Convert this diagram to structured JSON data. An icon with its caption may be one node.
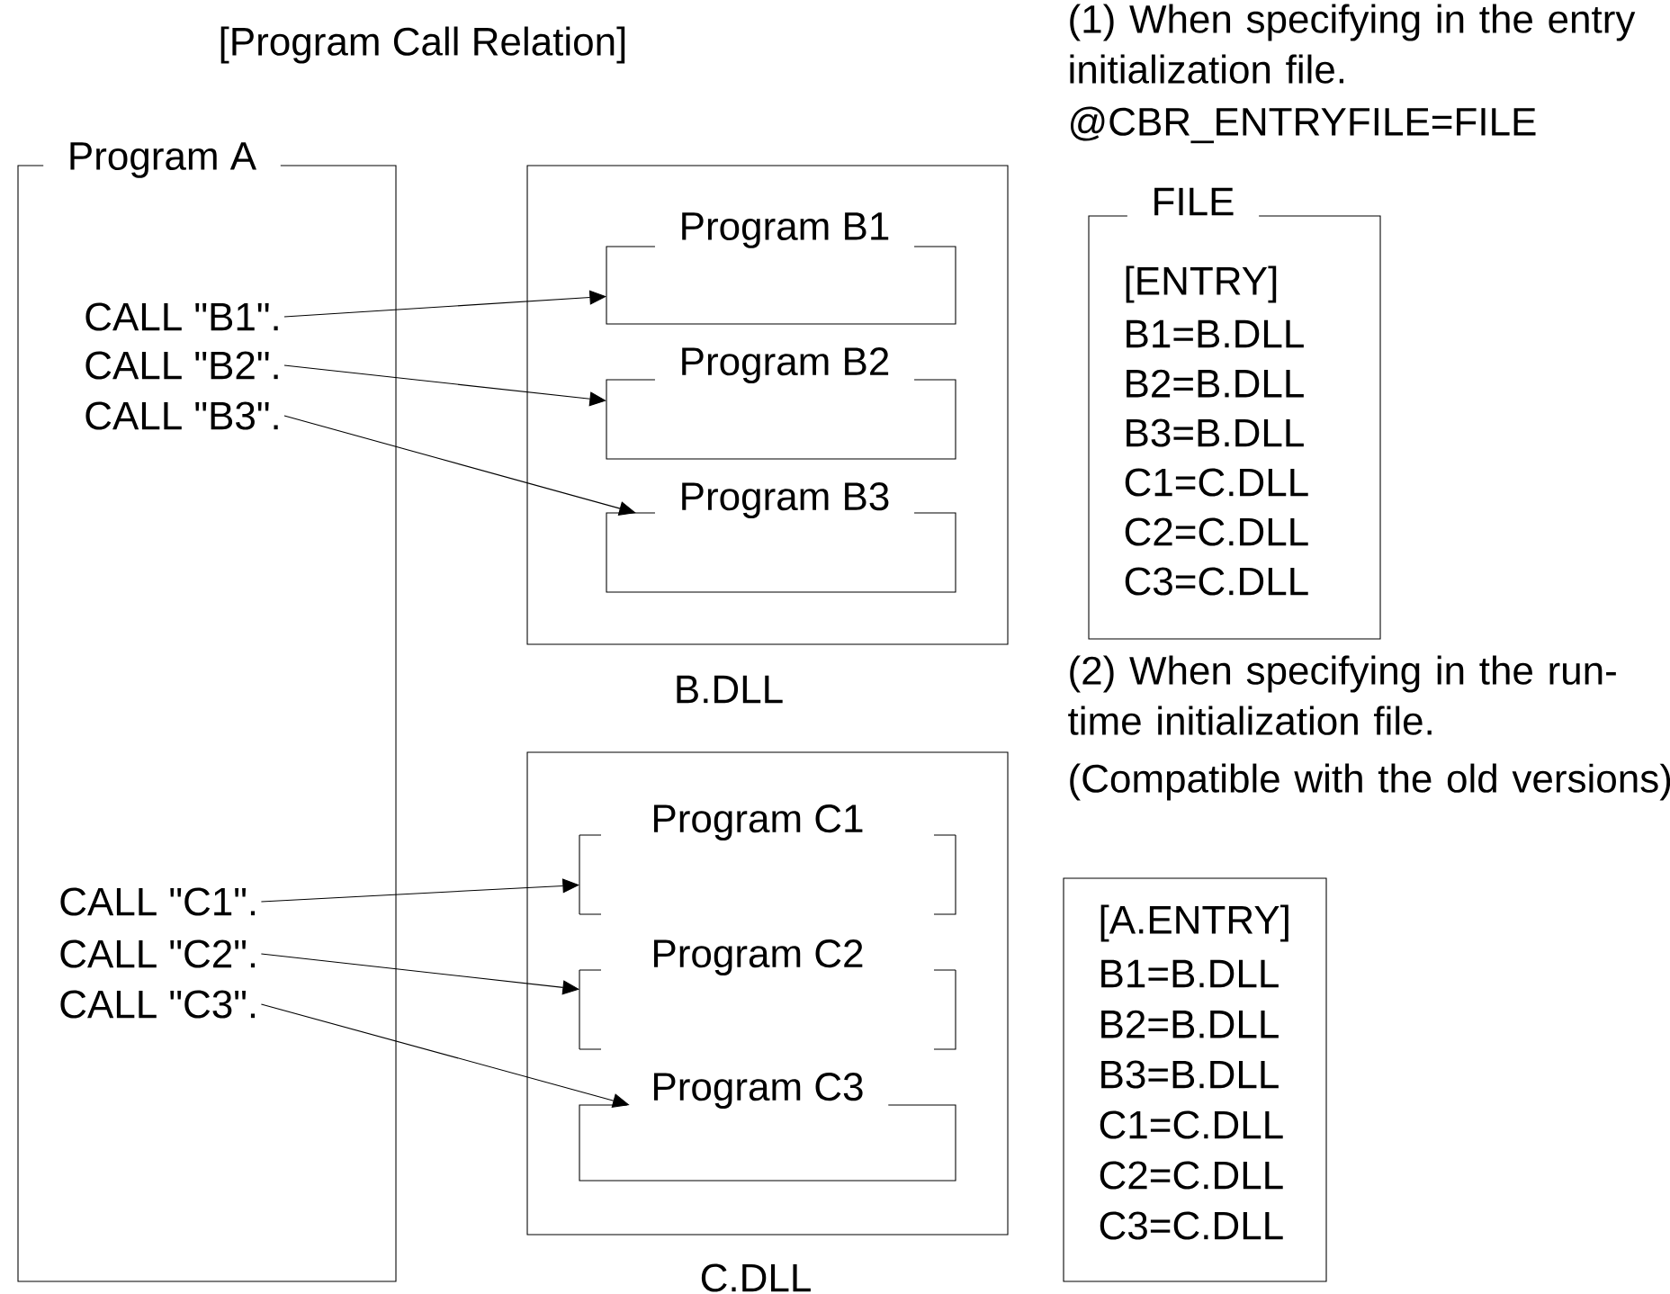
{
  "diagram": {
    "title": "[Program Call Relation]",
    "nodes": [
      {
        "text": [
          "Program A"
        ]
      },
      {
        "text": [
          "CALL \"B1\"."
        ],
        "in": 0
      },
      {
        "text": [
          "CALL \"B2\"."
        ],
        "in": 0
      },
      {
        "text": [
          "CALL \"B3\"."
        ],
        "in": 0
      },
      {
        "text": [
          "CALL \"C1\"."
        ],
        "in": 0
      },
      {
        "text": [
          "CALL \"C2\"."
        ],
        "in": 0
      },
      {
        "text": [
          "CALL \"C3\"."
        ],
        "in": 0
      },
      {
        "text": [],
        "shape": "box",
        "beside": [
          "B.DLL"
        ]
      },
      {
        "text": [
          "Program B1"
        ],
        "in": 7
      },
      {
        "text": [
          "Program B2"
        ],
        "in": 7
      },
      {
        "text": [
          "Program B3"
        ],
        "in": 7
      },
      {
        "text": [],
        "shape": "box",
        "beside": [
          "C.DLL"
        ]
      },
      {
        "text": [
          "Program C1"
        ],
        "in": 11
      },
      {
        "text": [
          "Program C2"
        ],
        "in": 11
      },
      {
        "text": [
          "Program C3"
        ],
        "in": 11
      },
      {
        "text": [
          "FILE",
          "[ENTRY]",
          "B1=B.DLL",
          "B2=B.DLL",
          "B3=B.DLL",
          "C1=C.DLL",
          "C2=C.DLL",
          "C3=C.DLL"
        ]
      },
      {
        "text": [
          "[A.ENTRY]",
          "B1=B.DLL",
          "B2=B.DLL",
          "B3=B.DLL",
          "C1=C.DLL",
          "C2=C.DLL",
          "C3=C.DLL"
        ]
      }
    ],
    "edges": [
      {
        "from": 1,
        "to": 8,
        "arrow": "to"
      },
      {
        "from": 2,
        "to": 9,
        "arrow": "to"
      },
      {
        "from": 3,
        "to": 10,
        "arrow": "to"
      },
      {
        "from": 4,
        "to": 12,
        "arrow": "to"
      },
      {
        "from": 5,
        "to": 13,
        "arrow": "to"
      },
      {
        "from": 6,
        "to": 14,
        "arrow": "to"
      }
    ],
    "labels": [
      "(1) When specifying in the entry initialization file.",
      "@CBR_ENTRYFILE=FILE",
      "(2) When specifying in the run-time initialization file.",
      "(Compatible with the old versions)"
    ]
  }
}
